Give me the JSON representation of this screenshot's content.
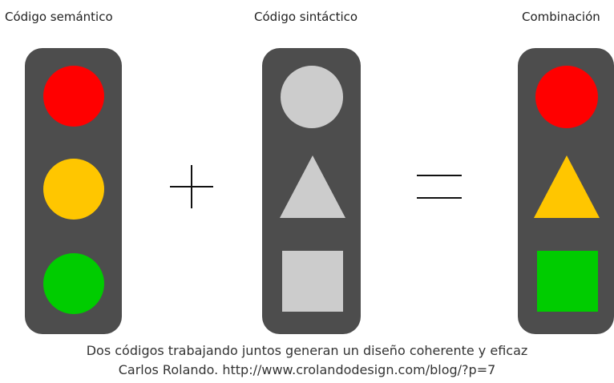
{
  "panels": [
    {
      "title": "Código semántico"
    },
    {
      "title": "Código sintáctico"
    },
    {
      "title": "Combinación"
    }
  ],
  "operators": {
    "plus": "+",
    "equals": "="
  },
  "colors": {
    "housing": "#4d4d4d",
    "red": "#ff0000",
    "yellow": "#ffc600",
    "green": "#00cc00",
    "neutral_gray": "#cccccc"
  },
  "caption": {
    "line1": "Dos códigos trabajando juntos generan un diseño coherente y eficaz",
    "line2": "Carlos Rolando. http://www.crolandodesign.com/blog/?p=7"
  }
}
